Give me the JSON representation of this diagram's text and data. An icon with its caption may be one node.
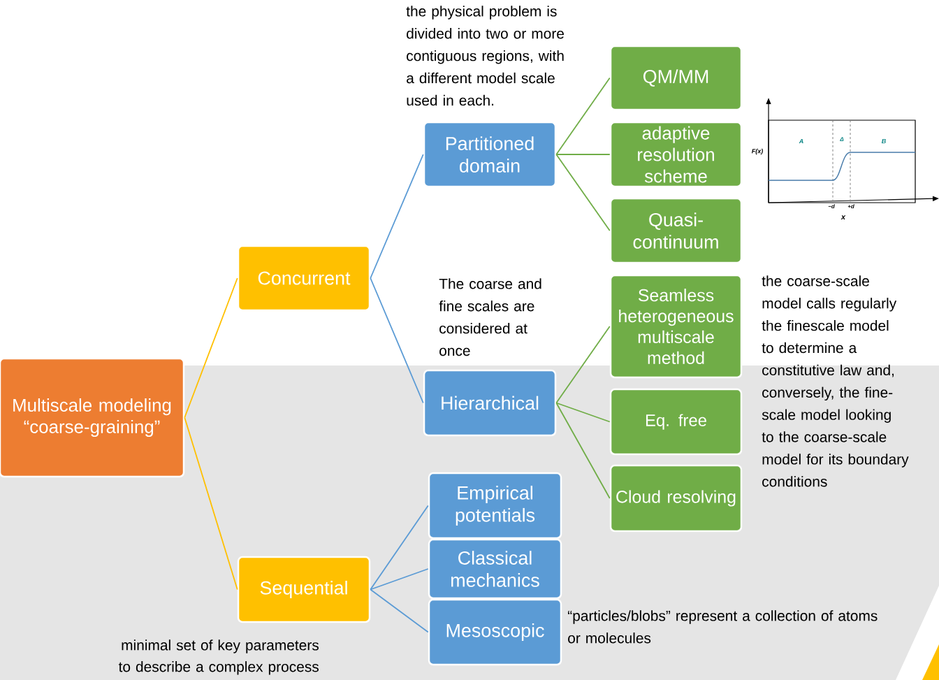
{
  "diagram": {
    "nodes": [
      {
        "text": [
          "Multiscale modeling “coarse-graining”"
        ]
      },
      {
        "text": [
          "Concurrent"
        ]
      },
      {
        "text": [
          "Sequential"
        ]
      },
      {
        "text": [
          "Partitioned domain"
        ],
        "beside": [
          "the physical problem is divided into two or more contiguous regions, with a different model scale used in each."
        ]
      },
      {
        "text": [
          "Hierarchical"
        ],
        "beside": [
          "The coarse and fine scales are considered at once"
        ]
      },
      {
        "text": [
          "QM/MM"
        ]
      },
      {
        "text": [
          "adaptive resolution scheme"
        ]
      },
      {
        "text": [
          "Quasi-continuum"
        ]
      },
      {
        "text": [
          "Seamless heterogeneous multiscale method"
        ],
        "beside": [
          "the coarse-scale model calls regularly the finescale model to determine a constitutive law and, conversely, the fine-scale model looking to the coarse-scale model for its boundary conditions"
        ]
      },
      {
        "text": [
          "Eq. free"
        ]
      },
      {
        "text": [
          "Cloud resolving"
        ]
      },
      {
        "text": [
          "Empirical potentials"
        ]
      },
      {
        "text": [
          "Classical mechanics"
        ]
      },
      {
        "text": [
          "Mesoscopic"
        ],
        "beside": [
          "“particles/blobs” represent a collection of atoms or molecules"
        ]
      }
    ],
    "edges": [
      {
        "from": 0,
        "to": 1,
        "arrow": "none",
        "color": "#ffc000"
      },
      {
        "from": 0,
        "to": 2,
        "arrow": "none",
        "color": "#ffc000"
      },
      {
        "from": 1,
        "to": 3,
        "arrow": "none",
        "color": "#5b9bd5"
      },
      {
        "from": 1,
        "to": 4,
        "arrow": "none",
        "color": "#5b9bd5"
      },
      {
        "from": 3,
        "to": 5,
        "arrow": "none"
      },
      {
        "from": 3,
        "to": 6,
        "arrow": "none"
      },
      {
        "from": 3,
        "to": 7,
        "arrow": "none"
      },
      {
        "from": 4,
        "to": 8,
        "arrow": "none"
      },
      {
        "from": 4,
        "to": 9,
        "arrow": "none"
      },
      {
        "from": 4,
        "to": 10,
        "arrow": "none"
      },
      {
        "from": 2,
        "to": 11,
        "arrow": "none",
        "color": "#5b9bd5"
      },
      {
        "from": 2,
        "to": 12,
        "arrow": "none",
        "color": "#5b9bd5"
      },
      {
        "from": 2,
        "to": 13,
        "arrow": "none",
        "color": "#5b9bd5"
      }
    ],
    "labels": [
      "F(x)",
      "A",
      "Δ",
      "B",
      "−d",
      "+d",
      "x",
      "minimal set of key parameters to describe a complex process"
    ]
  }
}
